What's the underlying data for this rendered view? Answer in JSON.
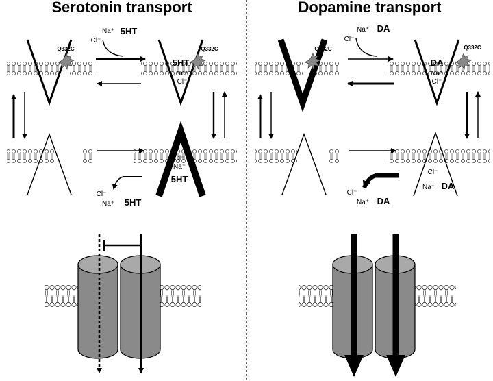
{
  "titles": {
    "left": "Serotonin transport",
    "right": "Dopamine transport"
  },
  "ions": {
    "na": "Na⁺",
    "cl": "Cl⁻"
  },
  "substrates": {
    "serotonin": "5HT",
    "dopamine": "DA"
  },
  "mutation": "Q332C",
  "colors": {
    "cylinder": "#8a8a8a",
    "cylinder_top": "#a9a9a9",
    "line": "#000000",
    "divider": "#000000"
  }
}
